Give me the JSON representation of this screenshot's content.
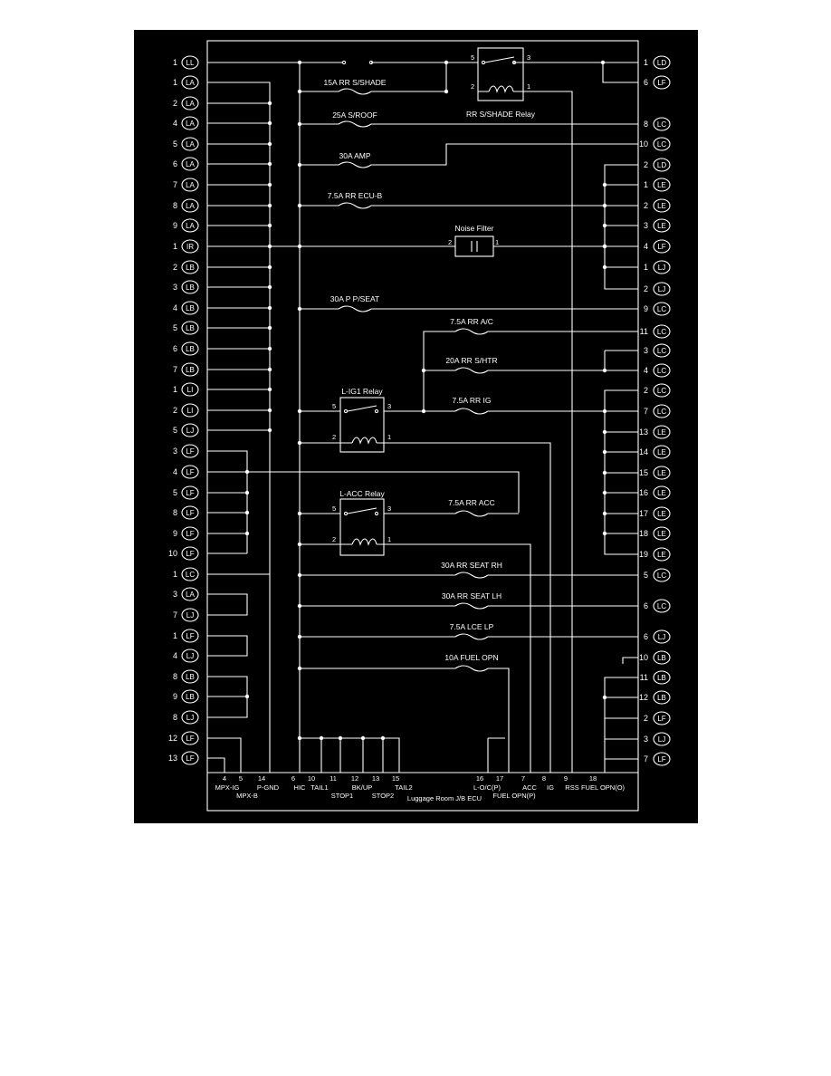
{
  "colors": {
    "background": "#000000",
    "line": "#ffffff",
    "page": "#ffffff"
  },
  "left_connectors": [
    {
      "pin": "1",
      "code": "LL"
    },
    {
      "pin": "1",
      "code": "LA"
    },
    {
      "pin": "2",
      "code": "LA"
    },
    {
      "pin": "4",
      "code": "LA"
    },
    {
      "pin": "5",
      "code": "LA"
    },
    {
      "pin": "6",
      "code": "LA"
    },
    {
      "pin": "7",
      "code": "LA"
    },
    {
      "pin": "8",
      "code": "LA"
    },
    {
      "pin": "9",
      "code": "LA"
    },
    {
      "pin": "1",
      "code": "IR"
    },
    {
      "pin": "2",
      "code": "LB"
    },
    {
      "pin": "3",
      "code": "LB"
    },
    {
      "pin": "4",
      "code": "LB"
    },
    {
      "pin": "5",
      "code": "LB"
    },
    {
      "pin": "6",
      "code": "LB"
    },
    {
      "pin": "7",
      "code": "LB"
    },
    {
      "pin": "1",
      "code": "LI"
    },
    {
      "pin": "2",
      "code": "LI"
    },
    {
      "pin": "5",
      "code": "LJ"
    },
    {
      "pin": "3",
      "code": "LF"
    },
    {
      "pin": "4",
      "code": "LF"
    },
    {
      "pin": "5",
      "code": "LF"
    },
    {
      "pin": "8",
      "code": "LF"
    },
    {
      "pin": "9",
      "code": "LF"
    },
    {
      "pin": "10",
      "code": "LF"
    },
    {
      "pin": "1",
      "code": "LC"
    },
    {
      "pin": "3",
      "code": "LA"
    },
    {
      "pin": "7",
      "code": "LJ"
    },
    {
      "pin": "1",
      "code": "LF"
    },
    {
      "pin": "4",
      "code": "LJ"
    },
    {
      "pin": "8",
      "code": "LB"
    },
    {
      "pin": "9",
      "code": "LB"
    },
    {
      "pin": "8",
      "code": "LJ"
    },
    {
      "pin": "12",
      "code": "LF"
    },
    {
      "pin": "13",
      "code": "LF"
    }
  ],
  "right_connectors": [
    {
      "pin": "1",
      "code": "LD"
    },
    {
      "pin": "6",
      "code": "LF"
    },
    {
      "pin": "8",
      "code": "LC"
    },
    {
      "pin": "10",
      "code": "LC"
    },
    {
      "pin": "2",
      "code": "LD"
    },
    {
      "pin": "1",
      "code": "LE"
    },
    {
      "pin": "2",
      "code": "LE"
    },
    {
      "pin": "3",
      "code": "LE"
    },
    {
      "pin": "4",
      "code": "LF"
    },
    {
      "pin": "1",
      "code": "LJ"
    },
    {
      "pin": "2",
      "code": "LJ"
    },
    {
      "pin": "9",
      "code": "LC"
    },
    {
      "pin": "11",
      "code": "LC"
    },
    {
      "pin": "3",
      "code": "LC"
    },
    {
      "pin": "4",
      "code": "LC"
    },
    {
      "pin": "2",
      "code": "LC"
    },
    {
      "pin": "7",
      "code": "LC"
    },
    {
      "pin": "13",
      "code": "LE"
    },
    {
      "pin": "14",
      "code": "LE"
    },
    {
      "pin": "15",
      "code": "LE"
    },
    {
      "pin": "16",
      "code": "LE"
    },
    {
      "pin": "17",
      "code": "LE"
    },
    {
      "pin": "18",
      "code": "LE"
    },
    {
      "pin": "19",
      "code": "LE"
    },
    {
      "pin": "5",
      "code": "LC"
    },
    {
      "pin": "6",
      "code": "LC"
    },
    {
      "pin": "6",
      "code": "LJ"
    },
    {
      "pin": "10",
      "code": "LB"
    },
    {
      "pin": "11",
      "code": "LB"
    },
    {
      "pin": "12",
      "code": "LB"
    },
    {
      "pin": "2",
      "code": "LF"
    },
    {
      "pin": "3",
      "code": "LJ"
    },
    {
      "pin": "7",
      "code": "LF"
    }
  ],
  "fuses": {
    "rr_sshade": "15A RR S/SHADE",
    "sroof": "25A S/ROOF",
    "amp": "30A AMP",
    "rr_ecu_b": "7.5A RR ECU-B",
    "p_pseat": "30A P P/SEAT",
    "rr_ac": "7.5A RR A/C",
    "rr_shtr": "20A RR S/HTR",
    "rr_ig": "7.5A RR IG",
    "rr_acc": "7.5A RR ACC",
    "rr_seat_rh": "30A RR SEAT RH",
    "rr_seat_lh": "30A RR SEAT LH",
    "lce_lp": "7.5A LCE LP",
    "fuel_opn": "10A FUEL OPN"
  },
  "noise_filter": {
    "label": "Noise Filter",
    "pin_left": "2",
    "pin_right": "1"
  },
  "relays": {
    "rr_sshade": {
      "label": "RR S/SHADE Relay",
      "p5": "5",
      "p3": "3",
      "p2": "2",
      "p1": "1"
    },
    "l_ig1": {
      "label": "L-IG1 Relay",
      "p5": "5",
      "p3": "3",
      "p2": "2",
      "p1": "1"
    },
    "l_acc": {
      "label": "L-ACC Relay",
      "p5": "5",
      "p3": "3",
      "p2": "2",
      "p1": "1"
    }
  },
  "ecu": {
    "title": "Luggage Room J/B ECU",
    "terminals": [
      {
        "num": "4",
        "name": "MPX-IG"
      },
      {
        "num": "5",
        "name": "MPX-B"
      },
      {
        "num": "14",
        "name": "P-GND"
      },
      {
        "num": "6",
        "name": "HIC"
      },
      {
        "num": "10",
        "name": "TAIL1"
      },
      {
        "num": "11",
        "name": "STOP1"
      },
      {
        "num": "12",
        "name": "BK/UP"
      },
      {
        "num": "13",
        "name": "STOP2"
      },
      {
        "num": "15",
        "name": "TAIL2"
      },
      {
        "num": "16",
        "name": "L-O/C(P)"
      },
      {
        "num": "17",
        "name": "FUEL OPN(P)"
      },
      {
        "num": "7",
        "name": "ACC"
      },
      {
        "num": "8",
        "name": "IG"
      },
      {
        "num": "9",
        "name": "RSS"
      },
      {
        "num": "18",
        "name": "FUEL OPN(O)"
      }
    ]
  }
}
